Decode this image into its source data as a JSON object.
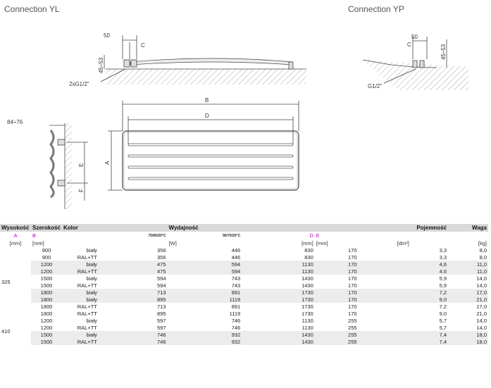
{
  "titles": {
    "yl": "Connection YL",
    "yp": "Connection YP"
  },
  "drawing_labels": {
    "yl_50": "50",
    "yl_c": "C",
    "yl_45_53": "45÷53",
    "yl_g": "2xG1/2\"",
    "yp_50": "50",
    "yp_c": "C",
    "yp_45_53": "45÷53",
    "yp_g": "G1/2\"",
    "side_84_76": "84÷76",
    "side_e": "E",
    "side_f": "F",
    "front_b": "B",
    "front_d": "D",
    "front_a": "A"
  },
  "table": {
    "headers": {
      "wysokosc": "Wysokość",
      "szerokosc": "Szerokość",
      "kolor": "Kolor",
      "wydajnosc": "Wydajność",
      "pojemnosc": "Pojemność",
      "waga": "Waga"
    },
    "sub": {
      "a": "A",
      "b": "B",
      "t1": "75/65/20°C",
      "t2": "90/70/20°C",
      "d": "D",
      "e": "E"
    },
    "units": {
      "a": "[mm]",
      "b": "[mm]",
      "w": "[W]",
      "d": "[mm]",
      "e": "[mm]",
      "p": "[dm³]",
      "kg": "[kg]"
    },
    "groups": [
      {
        "height": "325",
        "rows": [
          [
            "900",
            "biały",
            "356",
            "446",
            "830",
            "170",
            "3,3",
            "8,0"
          ],
          [
            "900",
            "RAL+TT",
            "356",
            "446",
            "830",
            "170",
            "3,3",
            "8,0"
          ],
          [
            "1200",
            "biały",
            "475",
            "594",
            "1130",
            "170",
            "4,6",
            "11,0"
          ],
          [
            "1200",
            "RAL+TT",
            "475",
            "594",
            "1130",
            "170",
            "4,6",
            "11,0"
          ],
          [
            "1500",
            "biały",
            "594",
            "743",
            "1430",
            "170",
            "5,9",
            "14,0"
          ],
          [
            "1500",
            "RAL+TT",
            "594",
            "743",
            "1430",
            "170",
            "5,9",
            "14,0"
          ],
          [
            "1800",
            "biały",
            "713",
            "891",
            "1730",
            "170",
            "7,2",
            "17,0"
          ],
          [
            "1800",
            "biały",
            "895",
            "1119",
            "1730",
            "170",
            "9,0",
            "21,0"
          ],
          [
            "1800",
            "RAL+TT",
            "713",
            "891",
            "1730",
            "170",
            "7,2",
            "17,0"
          ],
          [
            "1800",
            "RAL+TT",
            "895",
            "1119",
            "1730",
            "170",
            "9,0",
            "21,0"
          ]
        ]
      },
      {
        "height": "410",
        "rows": [
          [
            "1200",
            "biały",
            "597",
            "746",
            "1130",
            "255",
            "5,7",
            "14,0"
          ],
          [
            "1200",
            "RAL+TT",
            "597",
            "746",
            "1130",
            "255",
            "5,7",
            "14,0"
          ],
          [
            "1500",
            "biały",
            "746",
            "932",
            "1430",
            "255",
            "7,4",
            "18,0"
          ],
          [
            "1500",
            "RAL+TT",
            "746",
            "932",
            "1430",
            "255",
            "7,4",
            "18,0"
          ]
        ]
      }
    ]
  }
}
